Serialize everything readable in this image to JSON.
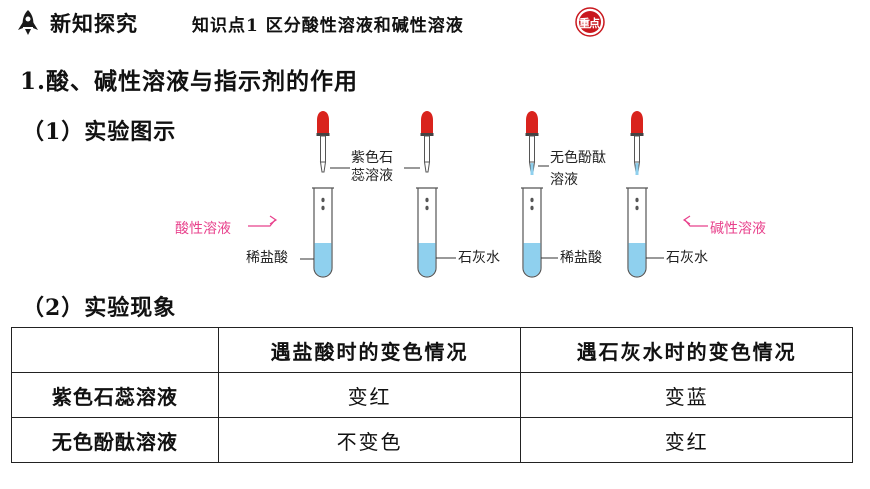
{
  "header": {
    "title": "新知探究",
    "point": "知识点1  区分酸性溶液和碱性溶液",
    "badge": "重点"
  },
  "section": {
    "title": "1.酸、碱性溶液与指示剂的作用",
    "sub1": "（1）实验图示",
    "sub2": "（2）实验现象"
  },
  "diagram": {
    "indicator1_line1": "紫色石",
    "indicator1_line2": "蕊溶液",
    "indicator2_line1": "无色酚酞",
    "indicator2_line2": "溶液",
    "acid_label": "酸性溶液",
    "base_label": "碱性溶液",
    "tube1": "稀盐酸",
    "tube2": "石灰水",
    "tube3": "稀盐酸",
    "tube4": "石灰水",
    "colors": {
      "bulb": "#d9231d",
      "liquid": "#8fd0ee",
      "arrow": "#e8418c"
    }
  },
  "table": {
    "headers": [
      "",
      "遇盐酸时的变色情况",
      "遇石灰水时的变色情况"
    ],
    "rows": [
      [
        "紫色石蕊溶液",
        "变红",
        "变蓝"
      ],
      [
        "无色酚酞溶液",
        "不变色",
        "变红"
      ]
    ]
  }
}
